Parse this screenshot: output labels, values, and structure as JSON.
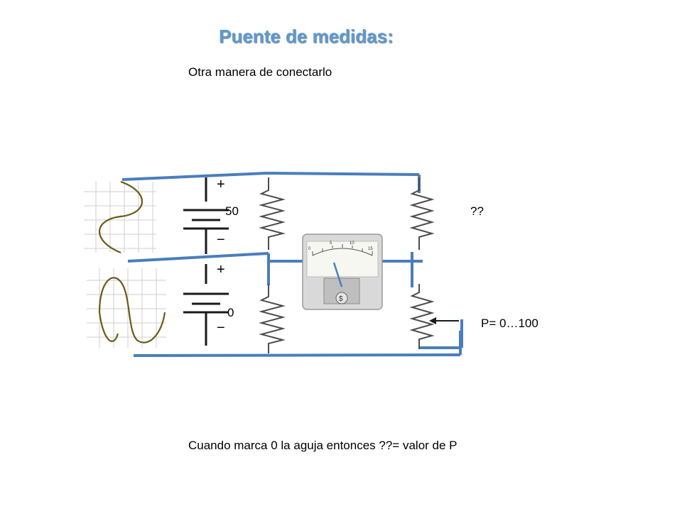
{
  "slide": {
    "title": "Puente de medidas:",
    "subtitle": "Otra manera de conectarlo",
    "conclusion": "Cuando marca 0 la aguja entonces ??= valor de P"
  },
  "circuit": {
    "resistor_top_left_label": "50",
    "resistor_bottom_left_label": "0",
    "unknown_resistor_label": "??",
    "potentiometer_label": "P= 0…100",
    "battery_plus": "+",
    "battery_minus": "−",
    "meter_scale": [
      "0",
      "5",
      "10",
      "15"
    ],
    "meter_center_mark": "$",
    "wire_color": "#4a7ebb",
    "wave_color": "#6b5a17"
  }
}
